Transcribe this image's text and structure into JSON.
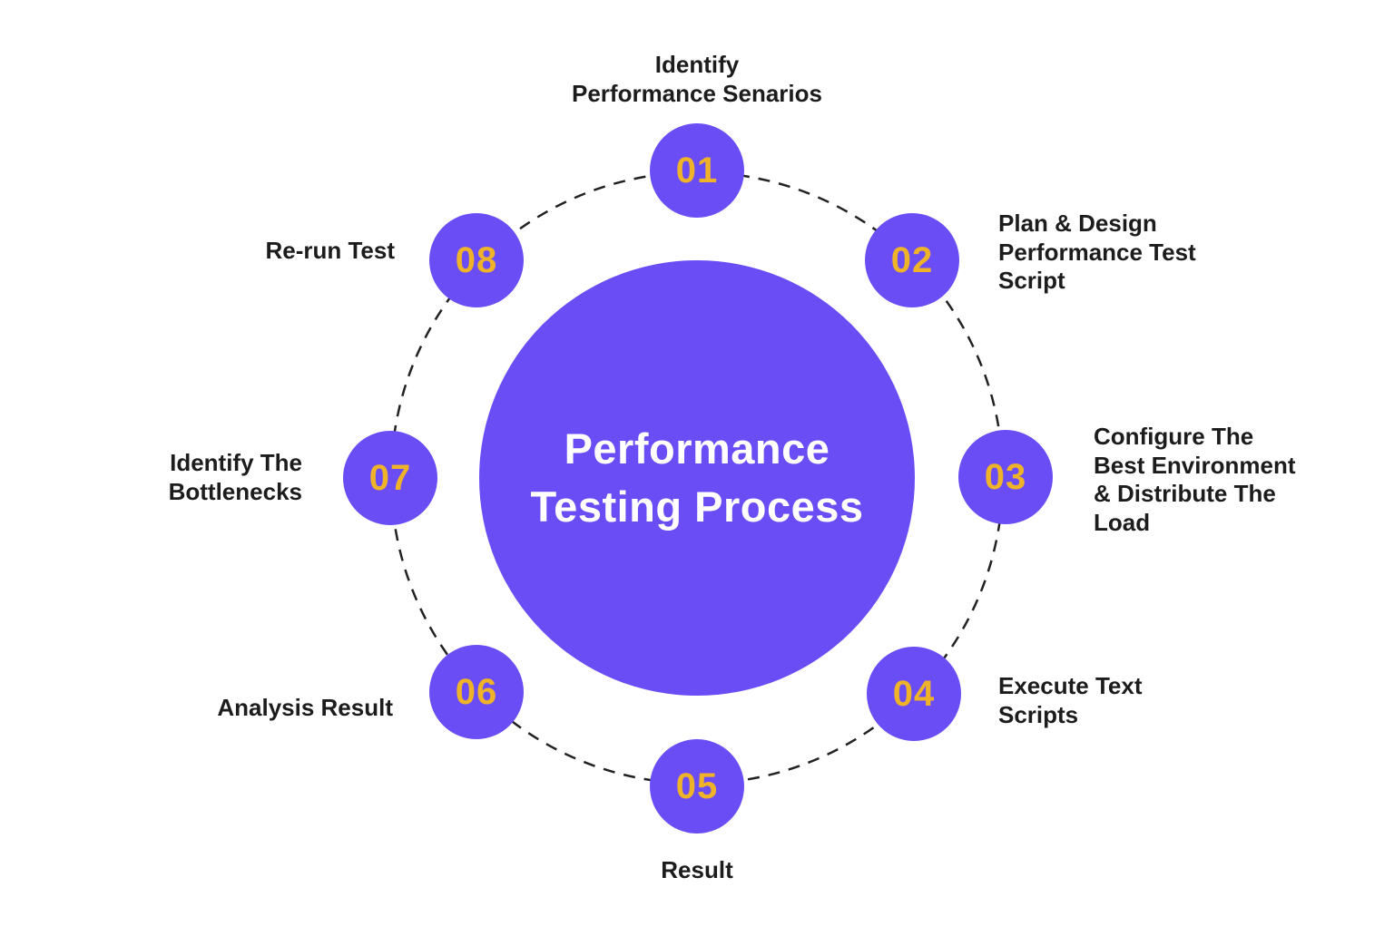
{
  "title": "Performance\nTesting Process",
  "steps": [
    {
      "number": "01",
      "label": "Identify\nPerformance Senarios"
    },
    {
      "number": "02",
      "label": "Plan & Design\nPerformance Test\nScript"
    },
    {
      "number": "03",
      "label": "Configure The\nBest Environment\n& Distribute The\nLoad"
    },
    {
      "number": "04",
      "label": "Execute Text\nScripts"
    },
    {
      "number": "05",
      "label": "Result"
    },
    {
      "number": "06",
      "label": "Analysis Result"
    },
    {
      "number": "07",
      "label": "Identify The\nBottlenecks"
    },
    {
      "number": "08",
      "label": "Re-run Test"
    }
  ],
  "colors": {
    "node": "#6B4DF5",
    "number": "#EFB32A",
    "text": "#1C1C1C",
    "ring": "#222222",
    "center_text": "#FFFFFF",
    "bg": "#FFFFFF"
  }
}
